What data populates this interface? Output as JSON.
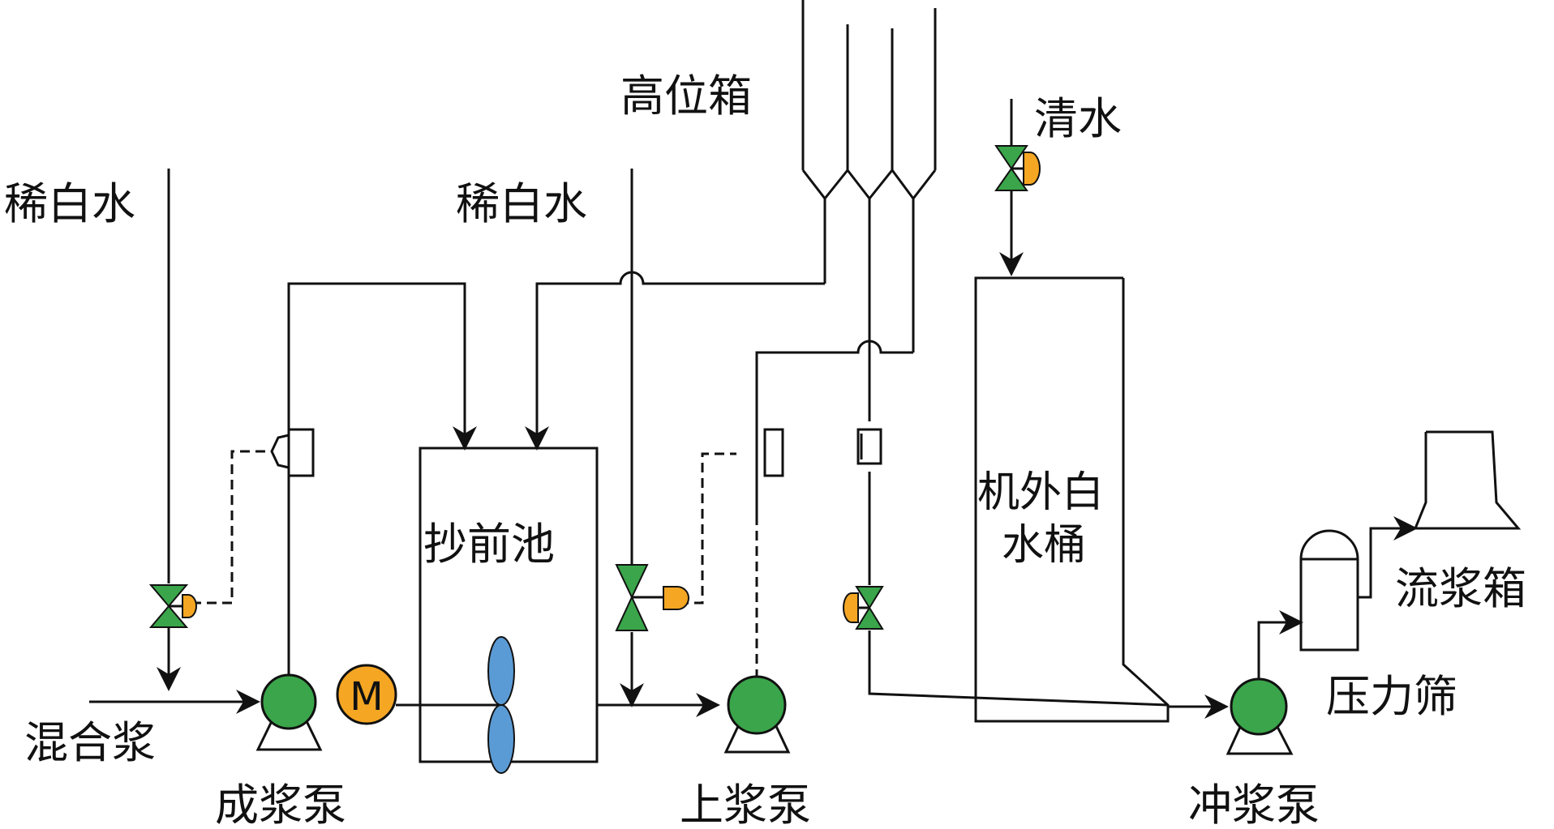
{
  "labels": {
    "headbox_top": "高位箱",
    "white_water_left": "稀白水",
    "white_water_mid": "稀白水",
    "clear_water": "清水",
    "mixed_stock": "混合浆",
    "machine_chest": "抄前池",
    "offmachine_silo_line1": "机外白",
    "offmachine_silo_line2": "水桶",
    "stock_pump": "成浆泵",
    "feed_pump": "上浆泵",
    "fan_pump": "冲浆泵",
    "pressure_screen": "压力筛",
    "headbox": "流浆箱",
    "motor": "M"
  },
  "colors": {
    "valve": "#3aa54a",
    "actuator": "#f5a623",
    "pump": "#3aa54a",
    "motor": "#f5a623",
    "agitator": "#5b9bd5",
    "line": "#111111"
  }
}
